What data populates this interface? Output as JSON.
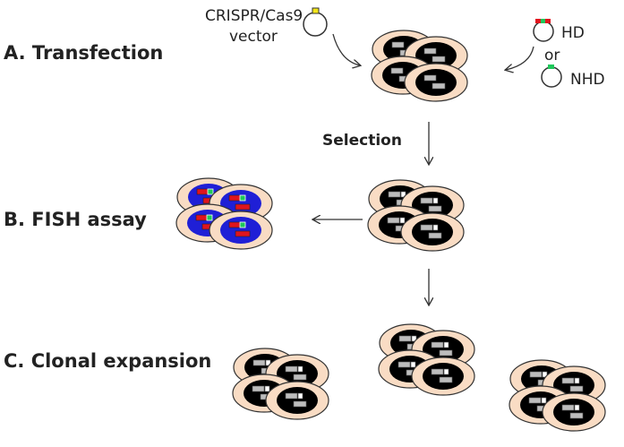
{
  "steps": {
    "transfection": "A. Transfection",
    "fish": "B. FISH assay",
    "clonal": "C. Clonal expansion"
  },
  "vector": {
    "line1": "CRISPR/Cas9",
    "line2": "vector"
  },
  "donors": {
    "hd": "HD",
    "or": "or",
    "nhd": "NHD"
  },
  "selection": "Selection",
  "colors": {
    "cell_fill": "#f9dcc4",
    "nucleus": "#000000",
    "chromosome": "#bdbdbd",
    "fish_nucleus": "#1f1fd6",
    "fish_signal_red": "#e0141e",
    "fish_signal_green": "#1ec85a",
    "marker_yellow": "#f2e51b",
    "marker_green": "#1ec85a",
    "marker_red": "#e0141e"
  }
}
